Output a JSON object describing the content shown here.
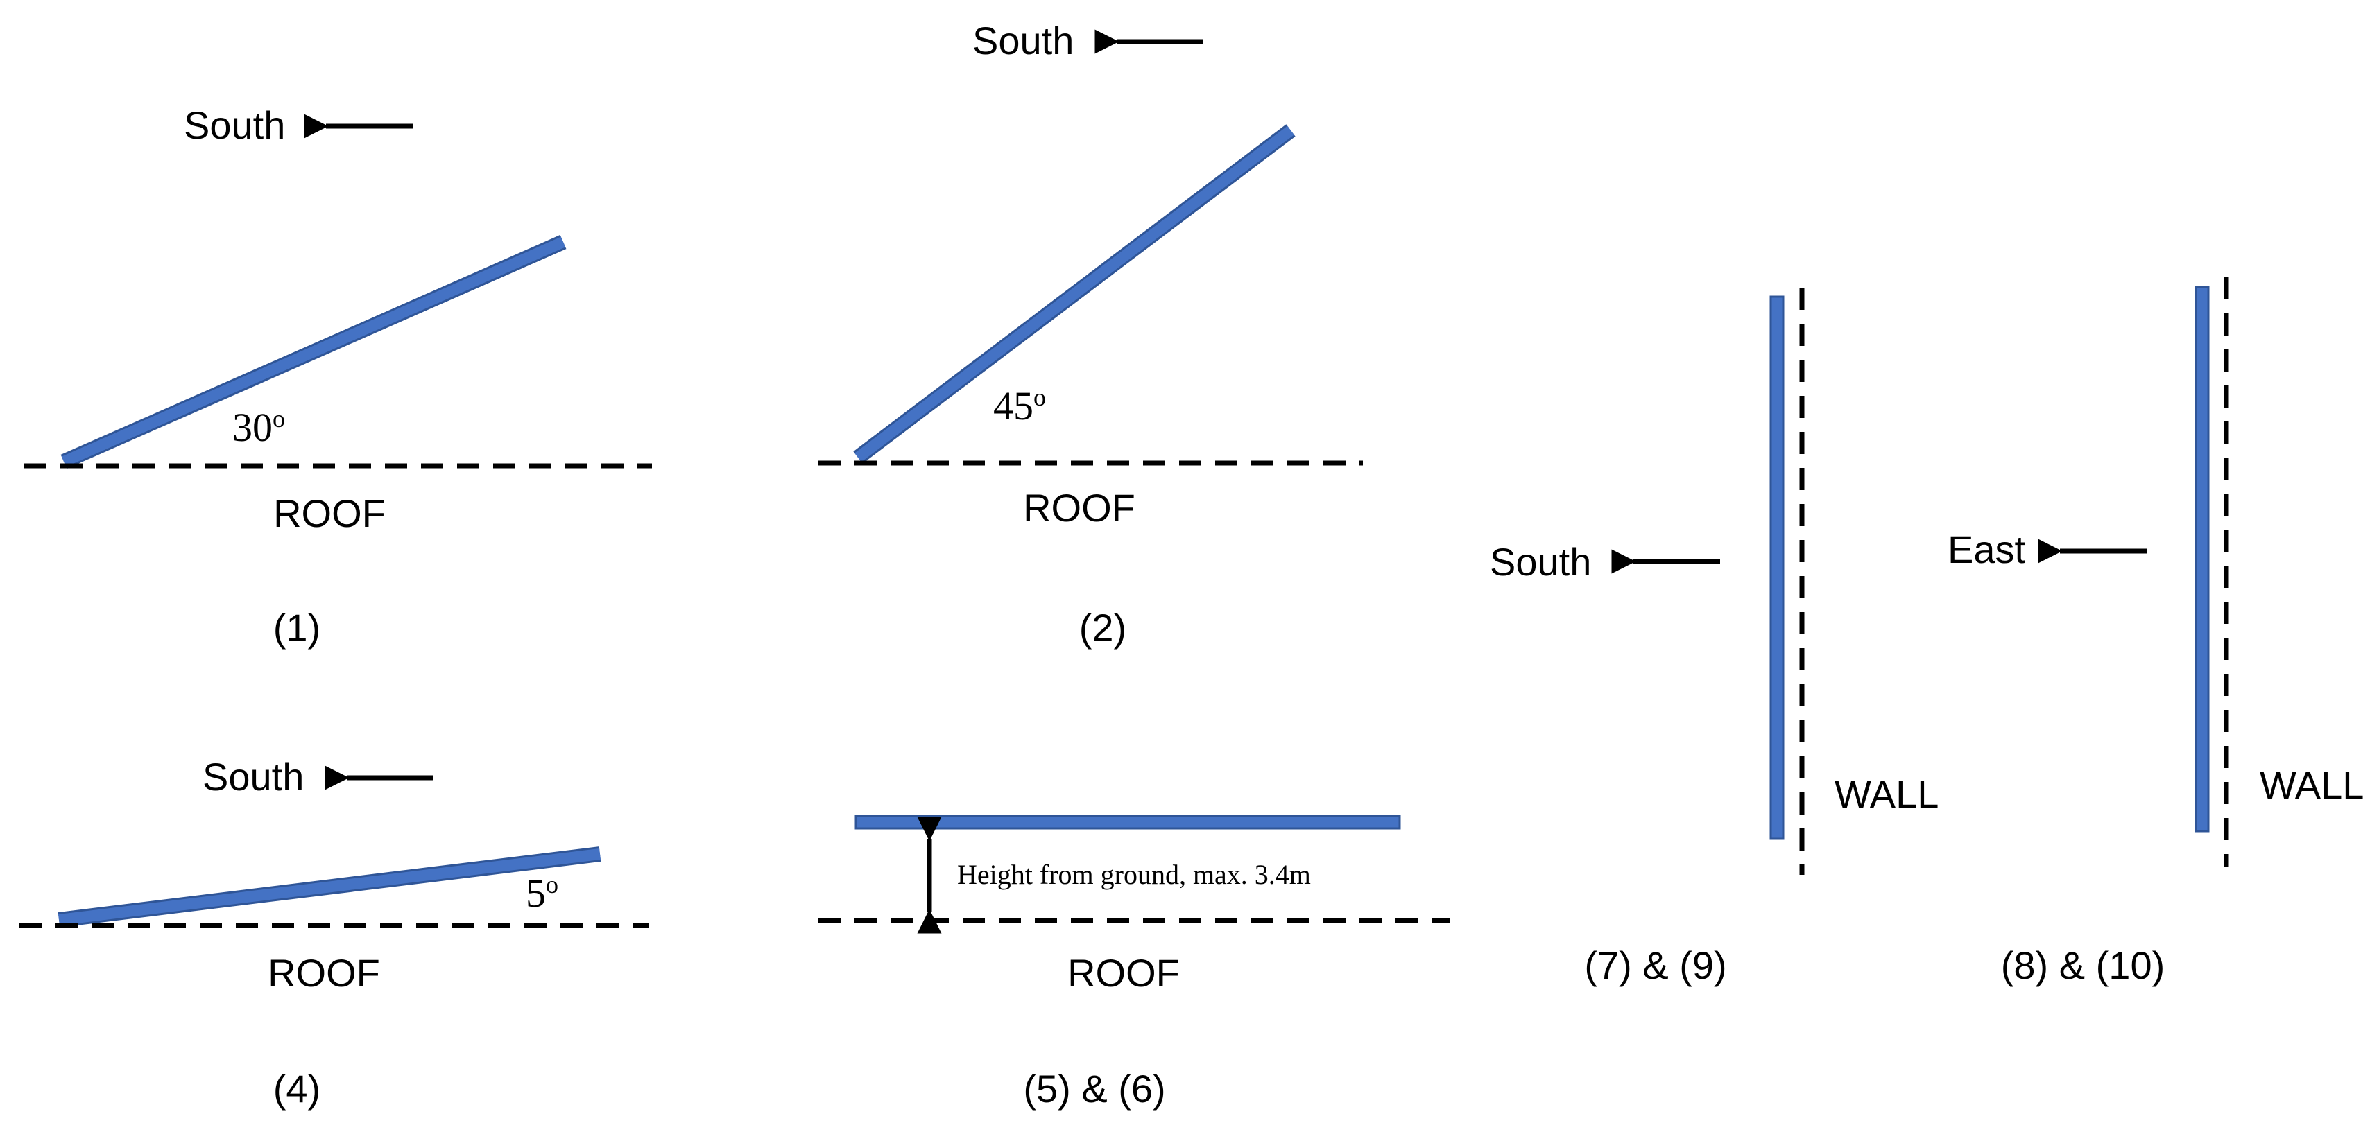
{
  "panels": [
    {
      "id": "p1",
      "direction": "South",
      "angle": "30",
      "angle_sup": "o",
      "surface": "ROOF",
      "caption": "(1)"
    },
    {
      "id": "p2",
      "direction": "South",
      "angle": "45",
      "angle_sup": "o",
      "surface": "ROOF",
      "caption": "(2)"
    },
    {
      "id": "p4",
      "direction": "South",
      "angle": "5",
      "angle_sup": "o",
      "surface": "ROOF",
      "caption": "(4)"
    },
    {
      "id": "p5",
      "height_note": "Height from ground, max. 3.4m",
      "surface": "ROOF",
      "caption": "(5) & (6)"
    },
    {
      "id": "p7",
      "direction": "South",
      "surface": "WALL",
      "caption": "(7) & (9)"
    },
    {
      "id": "p8",
      "direction": "East",
      "surface": "WALL",
      "caption": "(8) & (10)"
    }
  ],
  "colors": {
    "panel_fill": "#4472C4",
    "panel_stroke": "#2F5597",
    "line": "#000000"
  }
}
